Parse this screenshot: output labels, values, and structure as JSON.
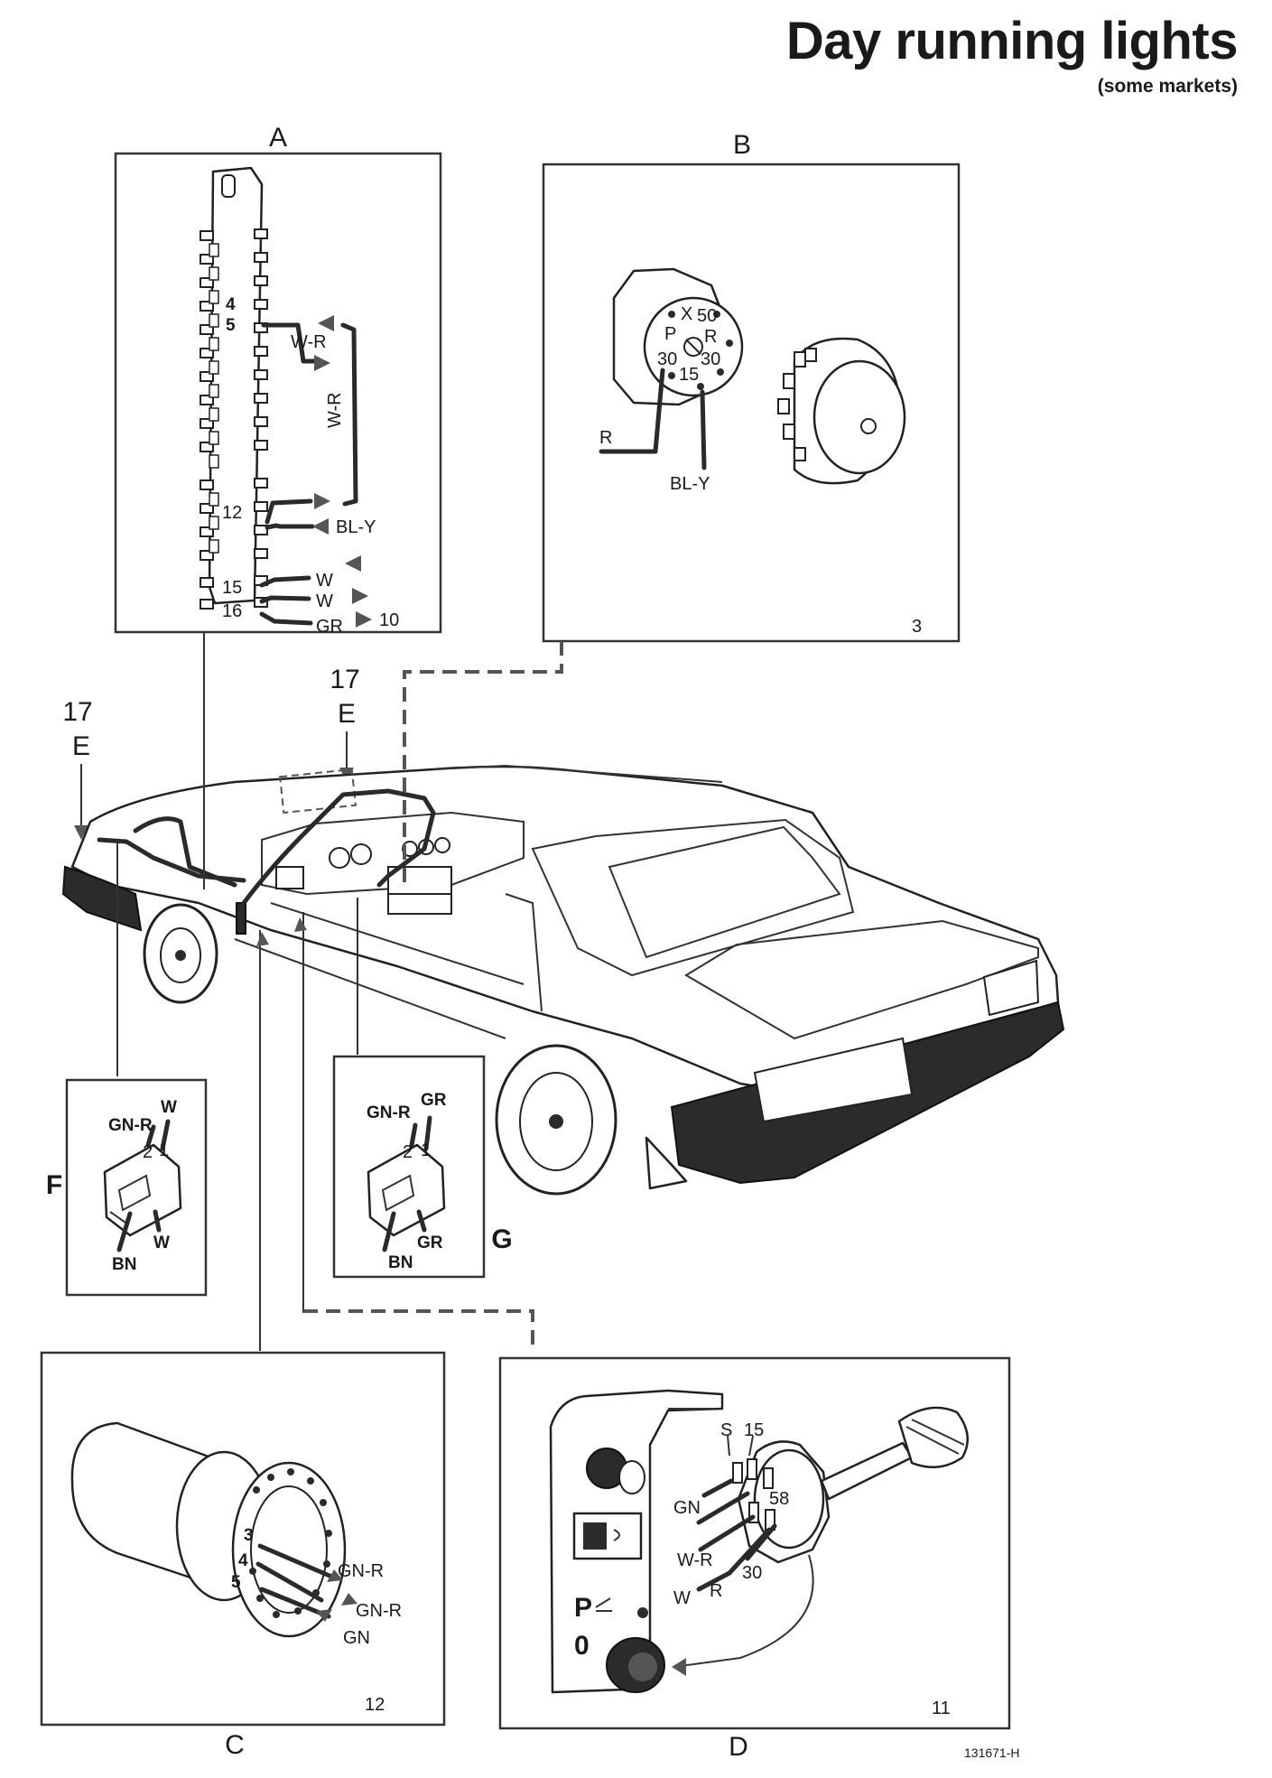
{
  "title": "Day running lights",
  "subtitle": "(some markets)",
  "panels": {
    "A": {
      "letter": "A",
      "pins": [
        "4",
        "5",
        "12",
        "15",
        "16"
      ],
      "wires": [
        "W-R",
        "W-R",
        "BL-Y",
        "W",
        "W",
        "GR"
      ],
      "ref_10": "10"
    },
    "B": {
      "letter": "B",
      "terminals": [
        "X",
        "50",
        "P",
        "R",
        "30",
        "30",
        "15"
      ],
      "wires": [
        "R",
        "BL-Y"
      ],
      "number": "3"
    },
    "C": {
      "letter": "C",
      "pins": [
        "3",
        "4",
        "5"
      ],
      "wires": [
        "GN-R",
        "GN-R",
        "GN"
      ],
      "number": "12"
    },
    "D": {
      "letter": "D",
      "terminals": [
        "S",
        "15",
        "58",
        "30"
      ],
      "wires": [
        "GN",
        "W-R",
        "W",
        "R"
      ],
      "switch_positions": [
        "P",
        "0"
      ],
      "number": "11"
    },
    "E_left": {
      "number": "17",
      "letter": "E"
    },
    "E_top": {
      "number": "17",
      "letter": "E"
    },
    "F": {
      "letter": "F",
      "pins": [
        "2",
        "1"
      ],
      "wires": [
        "GN-R",
        "W",
        "BN",
        "W"
      ]
    },
    "G": {
      "letter": "G",
      "pins": [
        "2",
        "1"
      ],
      "wires": [
        "GN-R",
        "GR",
        "BN",
        "GR"
      ]
    }
  },
  "figure_ref": "131671-H"
}
